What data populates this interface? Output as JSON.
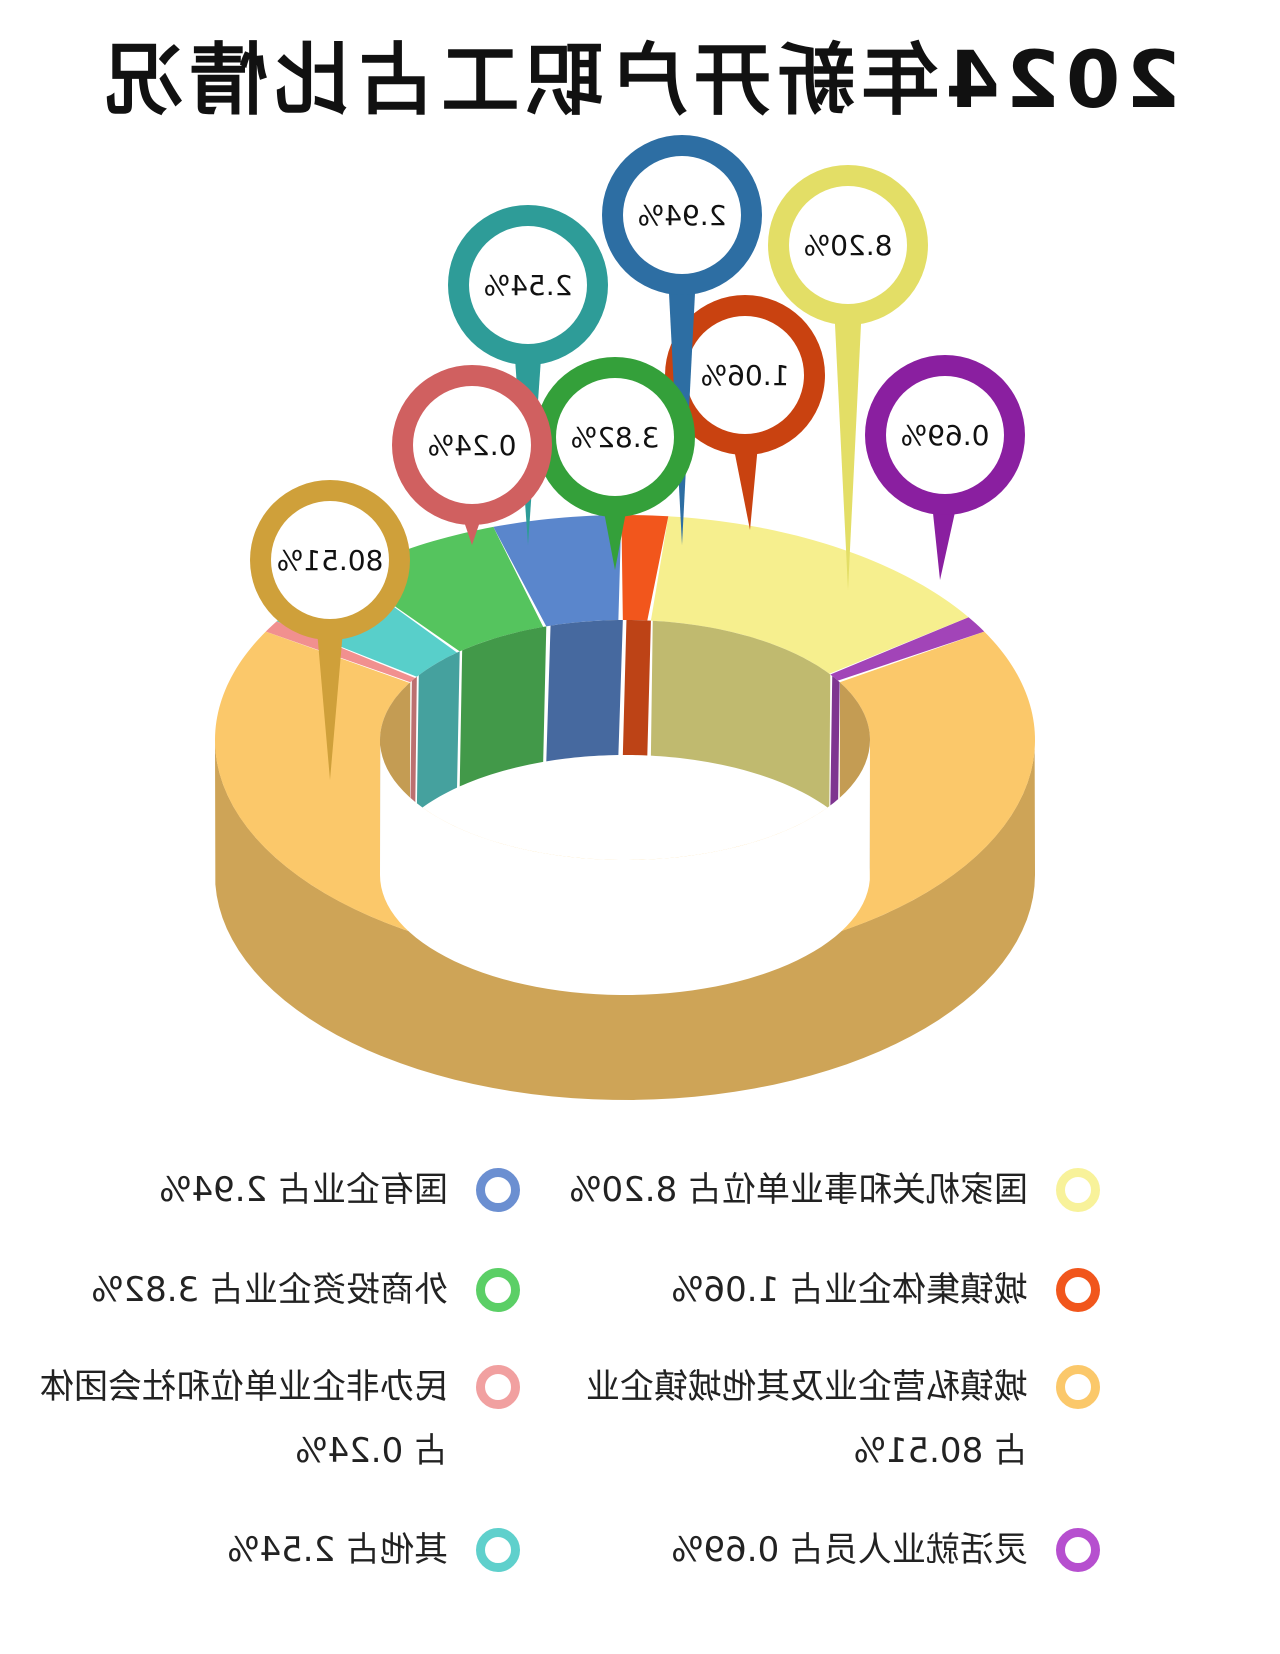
{
  "title": "2024年新开户职工占比情况",
  "chart_data": {
    "type": "pie",
    "title": "2024年新开户职工占比情况",
    "unit": "%",
    "categories": [
      "灵活就业人员",
      "国家机关和事业单位",
      "城镇集体企业",
      "国有企业",
      "外商投资企业",
      "其他",
      "民办非企业单位和社会团体",
      "城镇私营企业及其他城镇企业"
    ],
    "values": [
      0.69,
      8.2,
      1.06,
      2.94,
      3.82,
      2.54,
      0.24,
      80.51
    ],
    "value_labels": [
      "0.69%",
      "8.20%",
      "1.06%",
      "2.94%",
      "3.82%",
      "2.54%",
      "0.24%",
      "80.51%"
    ],
    "colors": [
      "#a244b8",
      "#f6ef8e",
      "#f2561c",
      "#5a86cc",
      "#55c45e",
      "#58cfca",
      "#f1908f",
      "#fbc86a"
    ],
    "pin_colors": [
      "#8a1fa0",
      "#e3de66",
      "#c94210",
      "#2d6ea3",
      "#34a03a",
      "#2e9c98",
      "#d06060",
      "#cfa03a"
    ]
  },
  "legend": [
    {
      "text": "国家机关和事业单位占 8.20%",
      "color": "#f8f29a"
    },
    {
      "text": "国有企业占 2.94%",
      "color": "#6b8fd1"
    },
    {
      "text": "城镇集体企业占 1.06%",
      "color": "#f1561c"
    },
    {
      "text": "外商投资企业占 3.82%",
      "color": "#5bcf66"
    },
    {
      "text": "城镇私营企业及其他城镇企业",
      "text2": "占 80.51%",
      "color": "#fbc86a"
    },
    {
      "text": "民办非企业单位和社会团体",
      "text2": "占 0.24%",
      "color": "#f1a0a0"
    },
    {
      "text": "灵活就业人员占 0.69%",
      "color": "#b64fcf"
    },
    {
      "text": "其他占 2.54%",
      "color": "#5fd0cc"
    }
  ]
}
